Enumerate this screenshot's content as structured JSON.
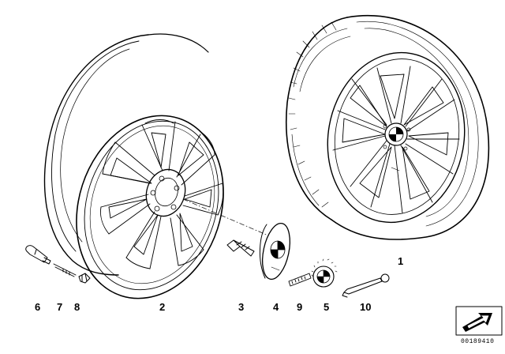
{
  "callouts": {
    "wheel_assembly": "1",
    "light_alloy_rim": "2",
    "wheel_bolt": "3",
    "hub_cap": "4",
    "emblem": "5",
    "valve": "6",
    "valve_insert": "7",
    "valve_cap": "8",
    "balance_weight": "9",
    "hub_cap_tool": "10"
  },
  "reference_code": "00189410",
  "hub_cap_emblem_icon": "bmw-roundel-icon"
}
